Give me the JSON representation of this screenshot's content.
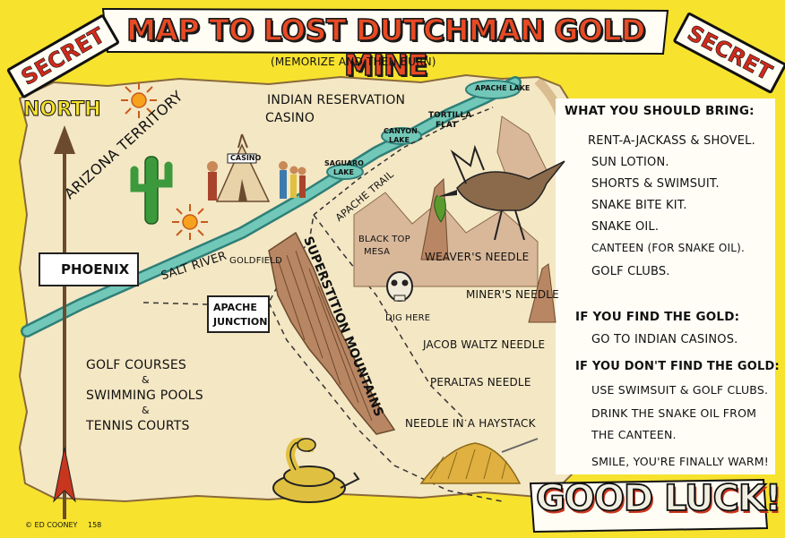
{
  "title": "MAP TO LOST DUTCHMAN GOLD MINE",
  "subtitle": "(MEMORIZE AND THEN BURN)",
  "secret_left": "SECRET",
  "secret_right": "SECRET",
  "places": {
    "north": "NORTH",
    "arizona": "ARIZONA TERRITORY",
    "reservation": "INDIAN RESERVATION",
    "casino": "CASINO",
    "casino_sign": "CASINO",
    "apache_lake": "APACHE LAKE",
    "tortilla_flat_1": "TORTILLA",
    "tortilla_flat_2": "FLAT",
    "canyon_lake_1": "CANYON",
    "canyon_lake_2": "LAKE",
    "saguaro_lake_1": "SAGUARO",
    "saguaro_lake_2": "LAKE",
    "apache_trail": "APACHE TRAIL",
    "phoenix": "PHOENIX",
    "salt_river": "SALT RIVER",
    "goldfield": "GOLDFIELD",
    "superstition": "SUPERSTITION MOUNTAINS",
    "black_top_1": "BLACK TOP",
    "black_top_2": "MESA",
    "weavers": "WEAVER'S NEEDLE",
    "miners": "MINER'S NEEDLE",
    "dig_here": "DIG HERE",
    "jacob": "JACOB WALTZ NEEDLE",
    "peraltas": "PERALTAS NEEDLE",
    "haystack": "NEEDLE IN A HAYSTACK",
    "apache_junction_1": "APACHE",
    "apache_junction_2": "JUNCTION",
    "golf_1": "GOLF COURSES",
    "amp_1": "&",
    "golf_2": "SWIMMING POOLS",
    "amp_2": "&",
    "golf_3": "TENNIS COURTS"
  },
  "bring": {
    "heading": "WHAT YOU SHOULD BRING:",
    "items": [
      "RENT-A-JACKASS & SHOVEL.",
      "SUN LOTION.",
      "SHORTS & SWIMSUIT.",
      "SNAKE BITE KIT.",
      "SNAKE OIL.",
      "CANTEEN (FOR SNAKE OIL).",
      "GOLF CLUBS."
    ]
  },
  "found": {
    "heading": "IF YOU FIND THE GOLD:",
    "items": [
      "GO TO INDIAN CASINOS."
    ]
  },
  "notfound": {
    "heading": "IF YOU DON'T FIND THE GOLD:",
    "items": [
      "USE SWIMSUIT & GOLF CLUBS.",
      "DRINK THE SNAKE OIL FROM",
      "THE CANTEEN.",
      "SMILE, YOU'RE FINALLY WARM!"
    ]
  },
  "good_luck": "GOOD LUCK!",
  "credit": "© ED COONEY",
  "number": "158",
  "colors": {
    "border_yellow": "#f7e22e",
    "parchment": "#f4e7c4",
    "river": "#5cb7a8",
    "title_red": "#e84a24",
    "mountain_brown": "#b98663"
  }
}
